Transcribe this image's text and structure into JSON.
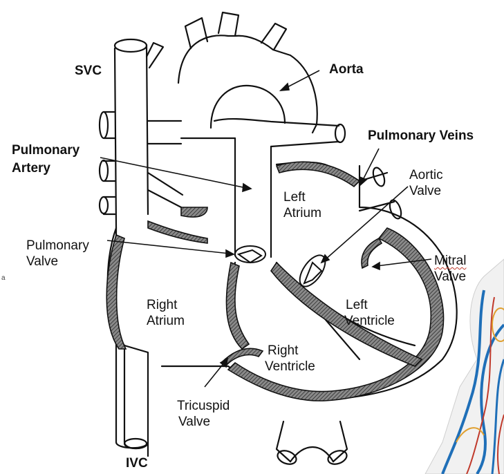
{
  "labels": {
    "svc": "SVC",
    "aorta": "Aorta",
    "pulmonary_veins": "Pulmonary Veins",
    "pulmonary_artery_line1": "Pulmonary",
    "pulmonary_artery_line2": "Artery",
    "aortic_valve_line1": "Aortic",
    "aortic_valve_line2": "Valve",
    "left_atrium_line1": "Left",
    "left_atrium_line2": "Atrium",
    "pulmonary_valve_line1": "Pulmonary",
    "pulmonary_valve_line2": "Valve",
    "mitral_valve_line1": "Mitral",
    "mitral_valve_line2": "Valve",
    "right_atrium_line1": "Right",
    "right_atrium_line2": "Atrium",
    "left_ventricle_line1": "Left",
    "left_ventricle_line2": "Ventricle",
    "right_ventricle_line1": "Right",
    "right_ventricle_line2": "Ventricle",
    "tricuspid_valve_line1": "Tricuspid",
    "tricuspid_valve_line2": "Valve",
    "ivc": "IVC",
    "stray_char": "a"
  },
  "colors": {
    "outline": "#111111",
    "wall_fill": "#6e6e6e",
    "background": "#ffffff",
    "illustration_blue": "#1f6fb8",
    "illustration_red": "#c0392b",
    "illustration_orange": "#e0a030"
  }
}
